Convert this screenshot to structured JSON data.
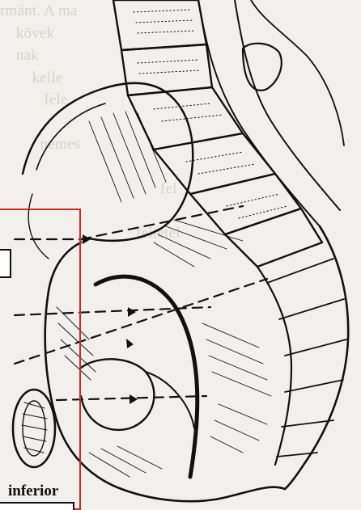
{
  "background_text_lines": [
    "rmánt. A ma",
    "    kövek",
    "    nak",
    "        kelle",
    "           fele",
    "",
    "          nemes",
    "",
    "                                        fel",
    "",
    "                                  feltétel",
    "",
    "",
    "",
    "",
    "",
    "",
    "",
    "",
    "",
    "",
    "",
    ""
  ],
  "labels": {
    "inferior": "inferior"
  },
  "colors": {
    "ink": "#111111",
    "paper": "#f1f0ec",
    "highlight_box": "#cc2a2a"
  }
}
